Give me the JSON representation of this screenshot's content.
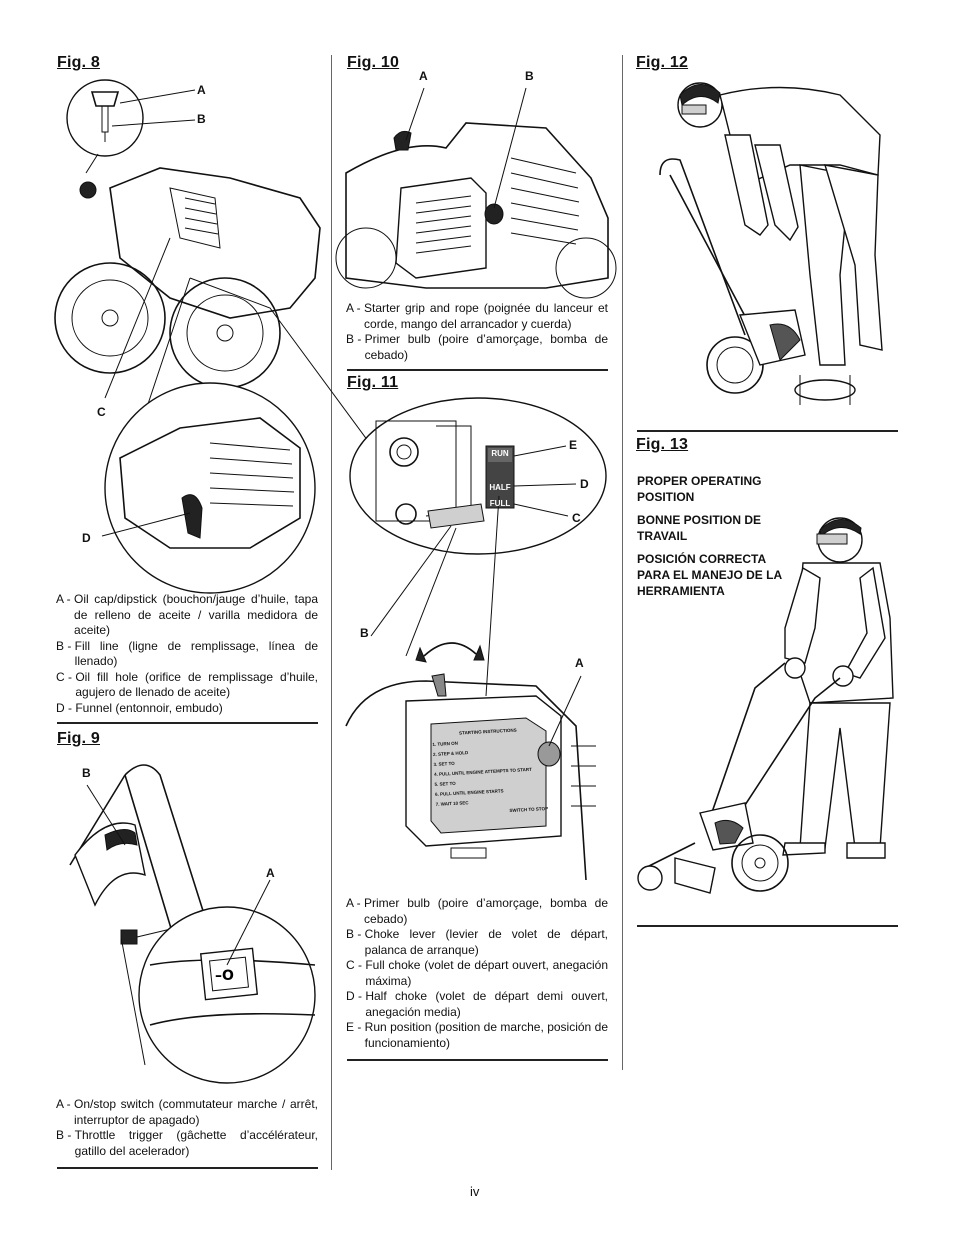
{
  "page_number": "iv",
  "fig8": {
    "title": "Fig. 8",
    "callouts": {
      "a": "A",
      "b": "B",
      "c": "C",
      "d": "D"
    },
    "legend": [
      {
        "key": "A - ",
        "text": "Oil cap/dipstick (bouchon/jauge d’huile, tapa de relleno de aceite / varilla medidora de aceite)"
      },
      {
        "key": "B - ",
        "text": "Fill line (ligne de remplissage, línea de llenado)"
      },
      {
        "key": "C - ",
        "text": "Oil fill hole (orifice de remplissage d’huile, agujero de llenado de aceite)"
      },
      {
        "key": "D - ",
        "text": "Funnel (entonnoir, embudo)"
      }
    ]
  },
  "fig9": {
    "title": "Fig. 9",
    "callouts": {
      "a": "A",
      "b": "B"
    },
    "legend": [
      {
        "key": "A - ",
        "text": "On/stop switch (commutateur marche / arrêt, interruptor de apagado)"
      },
      {
        "key": "B - ",
        "text": "Throttle trigger (gâchette d’accélérateur, gatillo del acelerador)"
      }
    ]
  },
  "fig10": {
    "title": "Fig. 10",
    "callouts": {
      "a": "A",
      "b": "B"
    },
    "legend": [
      {
        "key": "A - ",
        "text": "Starter grip and rope (poignée du lanceur et corde, mango del arrancador y cuerda)"
      },
      {
        "key": "B - ",
        "text": "Primer bulb (poire d’amorçage, bomba de cebado)"
      }
    ]
  },
  "fig11": {
    "title": "Fig. 11",
    "callouts": {
      "a": "A",
      "b": "B",
      "c": "C",
      "d": "D",
      "e": "E"
    },
    "choke_labels": {
      "run": "RUN",
      "half": "HALF",
      "full": "FULL"
    },
    "panel": {
      "title": "STARTING INSTRUCTIONS",
      "steps": [
        "1. TURN ON",
        "2. STEP & HOLD",
        "3. SET TO",
        "4. PULL UNTIL ENGINE ATTEMPTS TO START",
        "5. SET TO",
        "6. PULL UNTIL ENGINE STARTS",
        "7. WAIT 10 SEC",
        "SWITCH TO STOP"
      ]
    },
    "legend": [
      {
        "key": "A - ",
        "text": "Primer bulb (poire d’amorçage, bomba de cebado)"
      },
      {
        "key": "B - ",
        "text": "Choke lever (levier de volet de départ, palanca de arranque)"
      },
      {
        "key": "C - ",
        "text": "Full choke (volet de départ ouvert, anegación máxima)"
      },
      {
        "key": "D - ",
        "text": "Half choke (volet de départ demi ouvert, anegación media)"
      },
      {
        "key": "E - ",
        "text": "Run position (position de marche, posición de funcionamiento)"
      }
    ]
  },
  "fig12": {
    "title": "Fig. 12"
  },
  "fig13": {
    "title": "Fig. 13",
    "captions": [
      "PROPER OPERATING POSITION",
      "BONNE POSITION DE TRAVAIL",
      "POSICIÓN CORRECTA PARA EL MANEJO DE LA HERRAMIENTA"
    ]
  },
  "colors": {
    "ink": "#111111",
    "rule": "#222222",
    "choke_tab": "#444444"
  }
}
